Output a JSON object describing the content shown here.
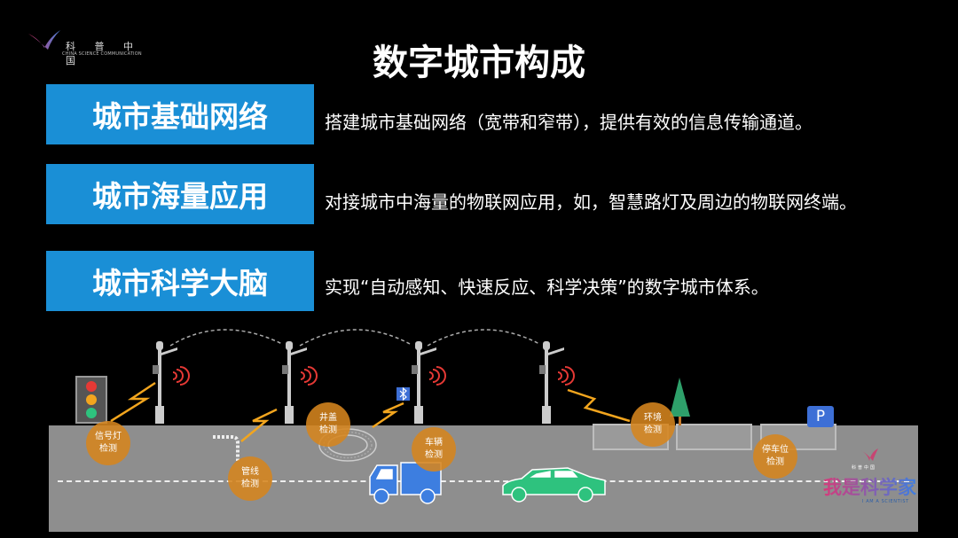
{
  "logo": {
    "name_cn": "科 普 中 国",
    "name_en": "CHINA SCIENCE COMMUNICATION"
  },
  "title": "数字城市构成",
  "rows": [
    {
      "label": "城市基础网络",
      "desc": "搭建城市基础网络（宽带和窄带），提供有效的信息传输通道。"
    },
    {
      "label": "城市海量应用",
      "desc": "对接城市中海量的物联网应用，如，智慧路灯及周边的物联网终端。"
    },
    {
      "label": "城市科学大脑",
      "desc": "实现“自动感知、快速反应、科学决策”的数字城市体系。"
    }
  ],
  "scene": {
    "bubbles": [
      {
        "line1": "信号灯",
        "line2": "检测"
      },
      {
        "line1": "管线",
        "line2": "检测"
      },
      {
        "line1": "井盖",
        "line2": "检测"
      },
      {
        "line1": "车辆",
        "line2": "检测"
      },
      {
        "line1": "环境",
        "line2": "检测"
      },
      {
        "line1": "停车位",
        "line2": "检测"
      }
    ],
    "parking_sign": "P",
    "icons": [
      "traffic-light",
      "street-lamp",
      "wifi-signal",
      "bluetooth",
      "pipe",
      "manhole",
      "truck",
      "car",
      "tree",
      "parking-sign",
      "lightning"
    ],
    "colors": {
      "accent_blue": "#1a8fd6",
      "bubble_orange": "#d6851e",
      "truck_blue": "#3d7ee0",
      "car_green": "#2ec27e",
      "road_gray": "#8e8e8e"
    }
  },
  "watermark": {
    "small_cn": "科普中国",
    "cn": "我是科学家",
    "en": "I AM A SCIENTIST"
  }
}
